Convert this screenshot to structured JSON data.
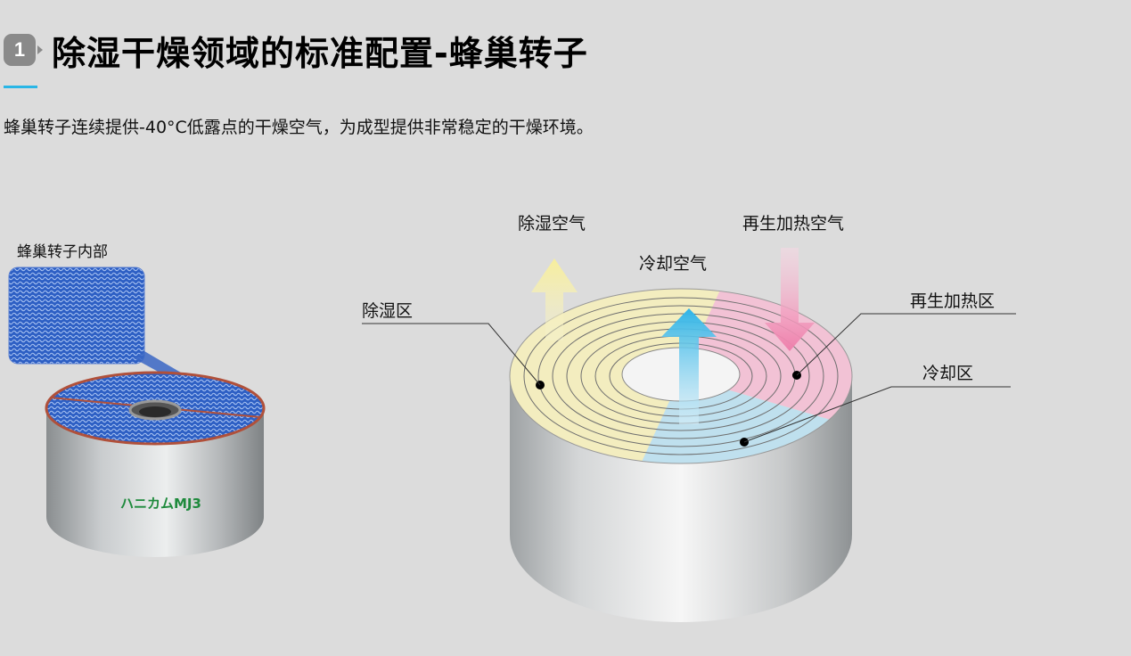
{
  "header": {
    "badge_number": "1",
    "title": "除湿干燥领域的标准配置-蜂巢转子"
  },
  "subtitle": "蜂巢转子连续提供-40°C低露点的干燥空气，为成型提供非常稳定的干燥环境。",
  "photo": {
    "inner_label": "蜂巢转子内部",
    "brand_logo_text": "ハニカムMJ3"
  },
  "diagram": {
    "labels": {
      "dehumidified_air": "除湿空气",
      "cooling_air": "冷却空气",
      "regen_heating_air": "再生加热空气",
      "dehumid_zone": "除湿区",
      "regen_heating_zone": "再生加热区",
      "cooling_zone": "冷却区"
    },
    "colors": {
      "dehumid_zone": "#f3edbf",
      "regen_zone": "#f2c2d5",
      "cooling_zone": "#bfe0ee",
      "accent": "#29b6e6"
    }
  }
}
